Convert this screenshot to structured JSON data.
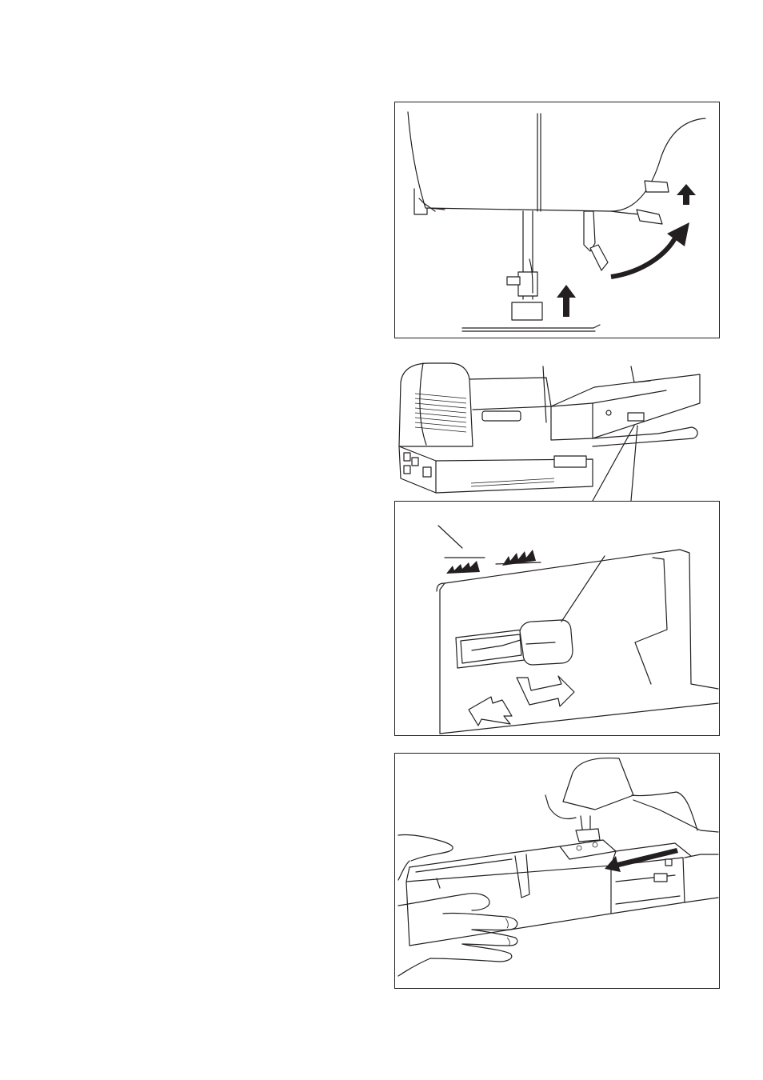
{
  "page": {
    "figures": [
      {
        "subject": "presser-foot-lifter",
        "arrows": [
          "up",
          "up",
          "curved-up"
        ]
      },
      {
        "subject": "machine-rear-view"
      },
      {
        "subject": "feed-dog-lever",
        "symbols": [
          "feed-dog-lowered-symbol",
          "feed-dog-raised-symbol"
        ]
      },
      {
        "subject": "extension-table-removal",
        "arrows": [
          "left"
        ]
      }
    ]
  },
  "colors": {
    "line": "#231f20",
    "background": "#ffffff"
  }
}
